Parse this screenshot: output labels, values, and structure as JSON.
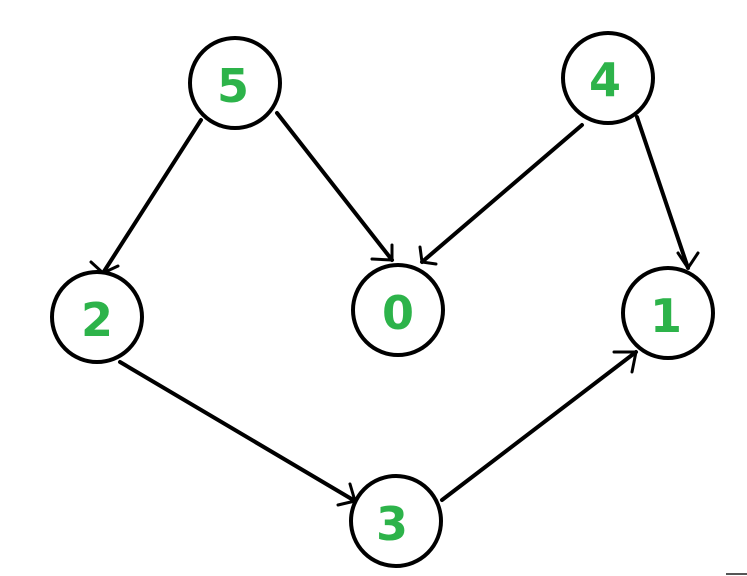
{
  "colors": {
    "node_label": "#2db34a",
    "stroke": "#000000",
    "background": "#ffffff"
  },
  "nodes": [
    {
      "id": "n5",
      "label": "5"
    },
    {
      "id": "n4",
      "label": "4"
    },
    {
      "id": "n2",
      "label": "2"
    },
    {
      "id": "n0",
      "label": "0"
    },
    {
      "id": "n1",
      "label": "1"
    },
    {
      "id": "n3",
      "label": "3"
    }
  ],
  "edges": [
    {
      "from": "5",
      "to": "2"
    },
    {
      "from": "5",
      "to": "0"
    },
    {
      "from": "4",
      "to": "0"
    },
    {
      "from": "4",
      "to": "1"
    },
    {
      "from": "2",
      "to": "3"
    },
    {
      "from": "3",
      "to": "1"
    }
  ]
}
